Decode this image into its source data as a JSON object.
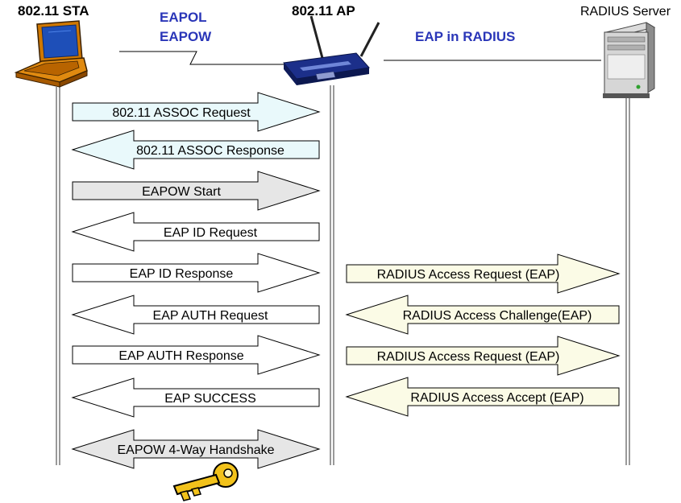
{
  "headers": {
    "station": "802.11 STA",
    "access_point": "802.11 AP",
    "radius_server": "RADIUS Server",
    "link_left_line1": "EAPOL",
    "link_left_line2": "EAPOW",
    "link_right": "EAP in RADIUS"
  },
  "messages_left": [
    {
      "label": "802.11 ASSOC Request",
      "direction": "right",
      "fill": "#e9f9fb"
    },
    {
      "label": "802.11 ASSOC Response",
      "direction": "left",
      "fill": "#e9f9fb"
    },
    {
      "label": "EAPOW Start",
      "direction": "right",
      "fill": "#e6e6e6"
    },
    {
      "label": "EAP ID Request",
      "direction": "left",
      "fill": "#ffffff"
    },
    {
      "label": "EAP ID Response",
      "direction": "right",
      "fill": "#ffffff"
    },
    {
      "label": "EAP AUTH Request",
      "direction": "left",
      "fill": "#ffffff"
    },
    {
      "label": "EAP AUTH Response",
      "direction": "right",
      "fill": "#ffffff"
    },
    {
      "label": "EAP SUCCESS",
      "direction": "left",
      "fill": "#ffffff"
    },
    {
      "label": "EAPOW 4-Way Handshake",
      "direction": "both",
      "fill": "#e6e6e6"
    }
  ],
  "messages_right": [
    {
      "label": "RADIUS Access Request (EAP)",
      "direction": "right",
      "fill": "#fbfbe6"
    },
    {
      "label": "RADIUS Access Challenge(EAP)",
      "direction": "left",
      "fill": "#fbfbe6"
    },
    {
      "label": "RADIUS Access Request (EAP)",
      "direction": "right",
      "fill": "#fbfbe6"
    },
    {
      "label": "RADIUS Access Accept (EAP)",
      "direction": "left",
      "fill": "#fbfbe6"
    }
  ],
  "colors": {
    "header_blue": "#2a36b8",
    "lifeline": "#9a9a9a",
    "key_gold": "#f2c21b"
  },
  "icons": [
    "laptop-icon",
    "wireless-router-icon",
    "server-icon",
    "key-icon"
  ]
}
